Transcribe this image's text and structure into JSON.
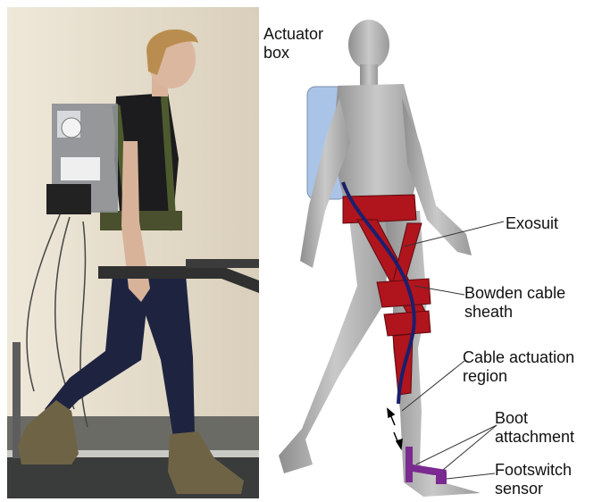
{
  "labels": {
    "actuator_box": [
      "Actuator",
      "box"
    ],
    "exosuit": [
      "Exosuit"
    ],
    "bowden_cable": [
      "Bowden cable",
      "sheath"
    ],
    "cable_actuation": [
      "Cable actuation",
      "region"
    ],
    "boot_attachment": [
      "Boot",
      "attachment"
    ],
    "footswitch": [
      "Footswitch",
      "sensor"
    ]
  },
  "colors": {
    "actuator_box": "#aac4e8",
    "exosuit": "#b0141c",
    "cable": "#1a1f6e",
    "boot_attachment": "#7a2a90",
    "body": "#a9a9a9"
  },
  "icons": {
    "arrows": "double-arrow-icon"
  }
}
